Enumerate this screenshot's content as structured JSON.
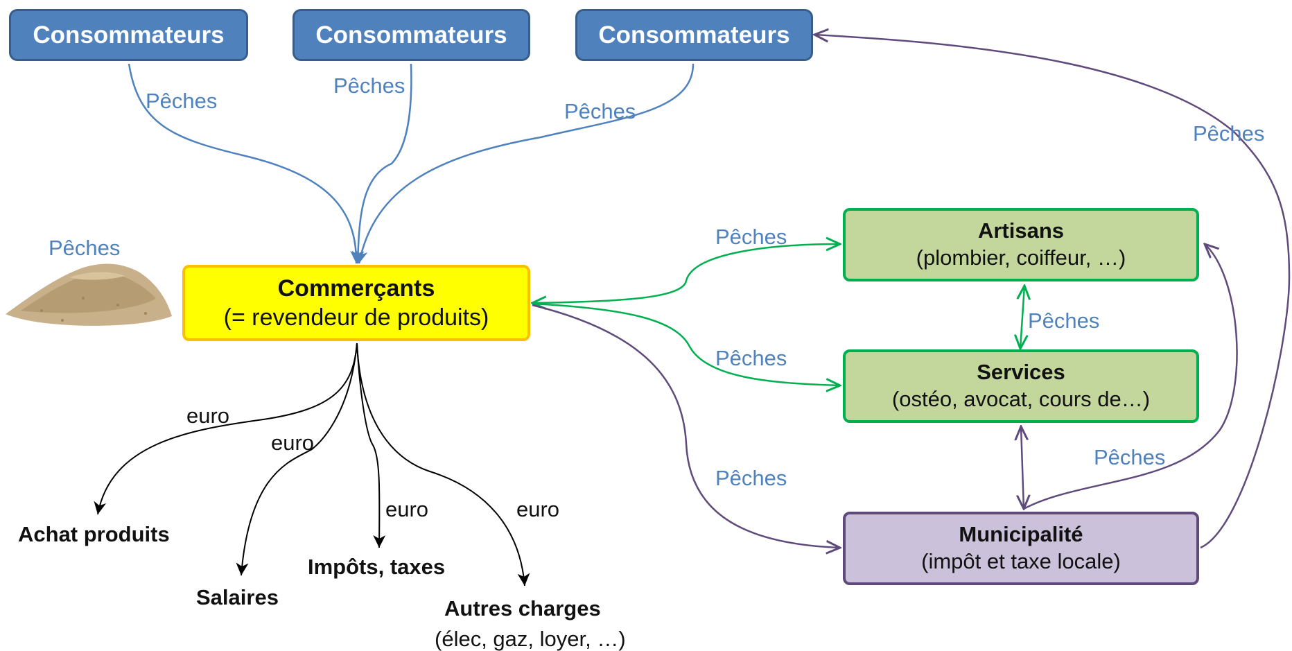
{
  "consumers": [
    {
      "label": "Consommateurs"
    },
    {
      "label": "Consommateurs"
    },
    {
      "label": "Consommateurs"
    }
  ],
  "commercants": {
    "title": "Commerçants",
    "subtitle": "(= revendeur de produits)"
  },
  "artisans": {
    "title": "Artisans",
    "subtitle": "(plombier, coiffeur, …)"
  },
  "services": {
    "title": "Services",
    "subtitle": "(ostéo, avocat, cours de…)"
  },
  "municipalite": {
    "title": "Municipalité",
    "subtitle": "(impôt et taxe locale)"
  },
  "sand_label": "Pêches",
  "flow_labels": {
    "c1": "Pêches",
    "c2": "Pêches",
    "c3": "Pêches",
    "outer": "Pêches",
    "to_artisans": "Pêches",
    "to_services": "Pêches",
    "to_municipalite": "Pêches",
    "artisans_services": "Pêches",
    "services_municipalite": "Pêches"
  },
  "outputs": {
    "achat": "Achat produits",
    "salaires": "Salaires",
    "impots": "Impôts, taxes",
    "autres": "Autres charges",
    "autres_sub": "(élec, gaz, loyer, …)"
  },
  "euro_labels": [
    "euro",
    "euro",
    "euro",
    "euro"
  ],
  "colors": {
    "blue": "#4f81bd",
    "green": "#00b050",
    "purple": "#604a7b",
    "yellow": "#ffff00",
    "black": "#000000"
  },
  "icons": {
    "sand": "sand-pile-image"
  }
}
